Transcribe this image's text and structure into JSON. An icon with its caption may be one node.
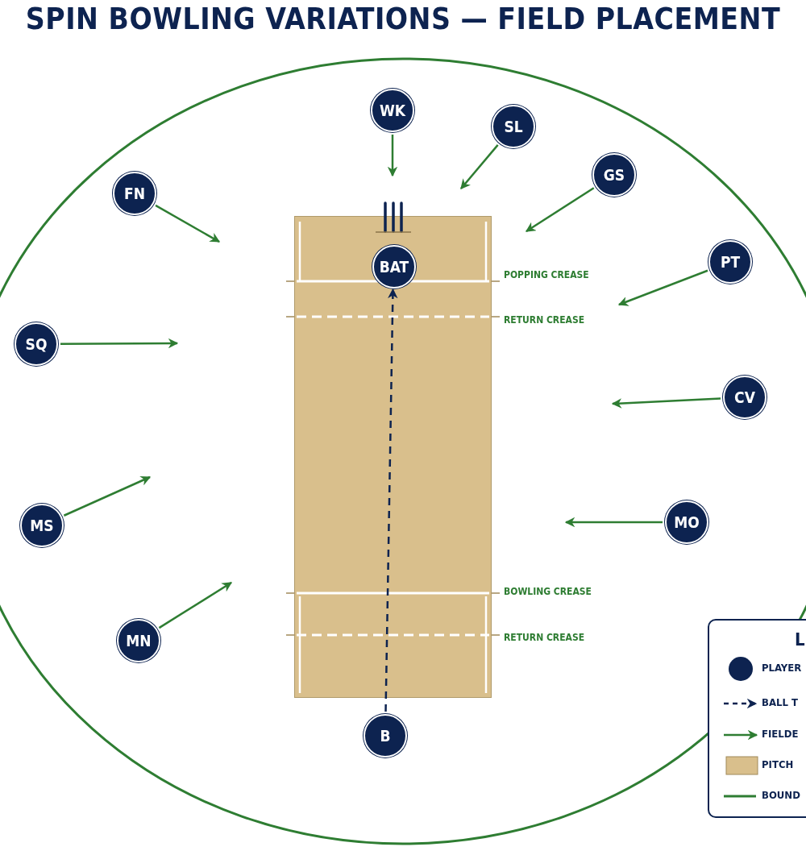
{
  "diagram": {
    "title": "SPIN BOWLING VARIATIONS — FIELD PLACEMENT",
    "nodes": [
      {
        "text": [
          "WK"
        ]
      },
      {
        "text": [
          "SL"
        ]
      },
      {
        "text": [
          "GS"
        ]
      },
      {
        "text": [
          "FN"
        ]
      },
      {
        "text": [],
        "shape": "box"
      },
      {
        "text": [
          "BAT"
        ],
        "in": 4
      },
      {
        "text": [
          "PT"
        ]
      },
      {
        "text": [
          "SQ"
        ]
      },
      {
        "text": [
          "CV"
        ]
      },
      {
        "text": [
          "MO"
        ]
      },
      {
        "text": [
          "MS"
        ]
      },
      {
        "text": [
          "MN"
        ]
      },
      {
        "text": [
          "B"
        ]
      }
    ],
    "edges": [
      {
        "from": 0,
        "to": null,
        "arrow": "to"
      },
      {
        "from": 1,
        "to": null,
        "arrow": "to"
      },
      {
        "from": 2,
        "to": null,
        "arrow": "to"
      },
      {
        "from": 3,
        "to": null,
        "arrow": "to"
      },
      {
        "from": 6,
        "to": null,
        "arrow": "to"
      },
      {
        "from": 7,
        "to": null,
        "arrow": "to"
      },
      {
        "from": 8,
        "to": null,
        "arrow": "to"
      },
      {
        "from": 9,
        "to": null,
        "arrow": "to"
      },
      {
        "from": 10,
        "to": null,
        "arrow": "to"
      },
      {
        "from": 11,
        "to": null,
        "arrow": "to"
      },
      {
        "from": 12,
        "to": 5,
        "arrow": "to",
        "style": "dashed",
        "color": "#0d2350"
      }
    ],
    "labels": [
      "POPPING CREASE",
      "RETURN CREASE",
      "BOWLING CREASE",
      "RETURN CREASE",
      "L"
    ],
    "legend": [
      {
        "text": "PLAYER"
      },
      {
        "text": "BALL T"
      },
      {
        "text": "FIELDE"
      },
      {
        "text": "PITCH",
        "color": "#d9bf8c"
      },
      {
        "text": "BOUND"
      }
    ]
  }
}
